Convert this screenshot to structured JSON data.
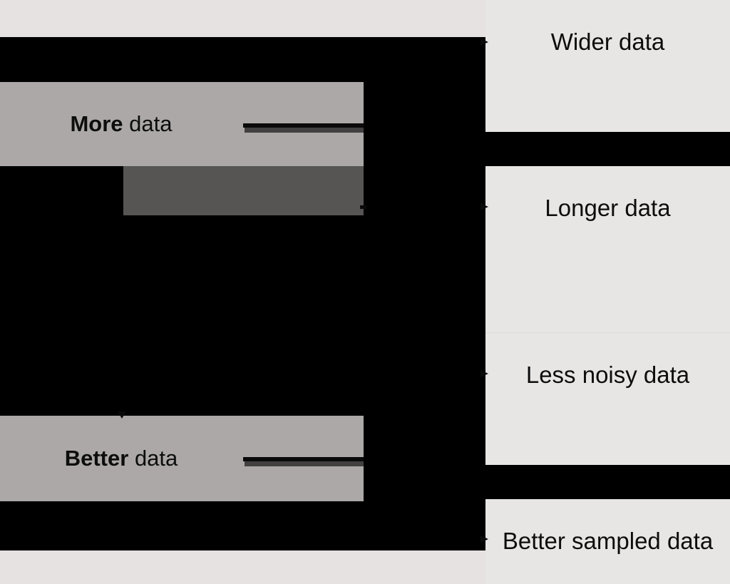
{
  "diagram": {
    "left_boxes": [
      {
        "id": "more",
        "label_bold": "More",
        "label_rest": "data"
      },
      {
        "id": "better",
        "label_bold": "Better",
        "label_rest": "data"
      }
    ],
    "right_boxes": [
      {
        "id": "wider",
        "label": "Wider data"
      },
      {
        "id": "longer",
        "label": "Longer data"
      },
      {
        "id": "less-noisy",
        "label": "Less noisy data"
      },
      {
        "id": "better-sampled",
        "label": "Better sampled data"
      }
    ]
  },
  "colors": {
    "bg": "#000000",
    "strip": "#e6e2e1",
    "left-box": "#aba8a7",
    "dark-box": "#575454",
    "right-box": "#e8e6e5",
    "divider": "#dddbda",
    "arrow": "#0b0a0a",
    "arrow-shadow": "#434041",
    "text": "#0d0d0d"
  }
}
